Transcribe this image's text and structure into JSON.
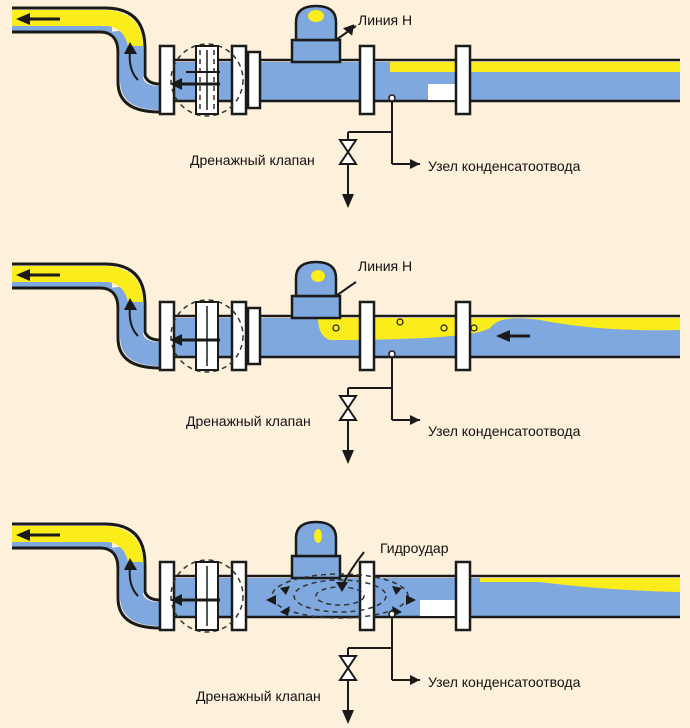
{
  "panels": [
    {
      "id": "panel-1",
      "top_label": "Линия Н",
      "drain_label": "Дренажный клапан",
      "trap_label": "Узел конденсатоотвода"
    },
    {
      "id": "panel-2",
      "top_label": "Линия Н",
      "drain_label": "Дренажный клапан",
      "trap_label": "Узел конденсатоотвода"
    },
    {
      "id": "panel-3",
      "top_label": "Гидроудар",
      "drain_label": "Дренажный клапан",
      "trap_label": "Узел конденсатоотвода"
    }
  ],
  "colors": {
    "background": "#fdf1dc",
    "water": "#7ea8de",
    "steam": "#fbec1c",
    "outline": "#1a1a1a"
  },
  "icons": [
    "flow-arrow-icon",
    "gate-valve-icon",
    "strainer-icon",
    "drain-valve-icon",
    "air-vent-icon"
  ]
}
